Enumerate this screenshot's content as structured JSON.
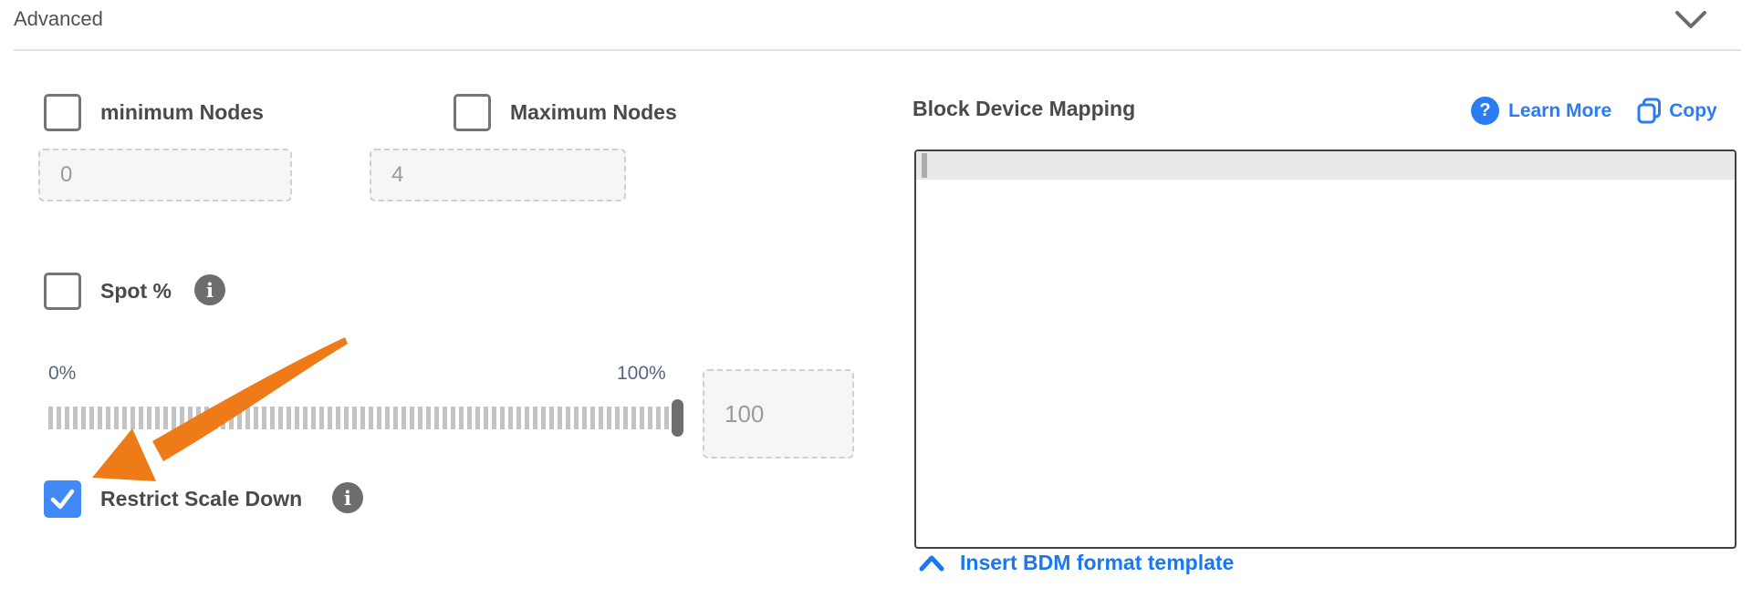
{
  "header": {
    "title": "Advanced",
    "collapse_icon": "chevron-down"
  },
  "colors": {
    "accent_blue": "#2b7bf3",
    "link_blue": "#1b76f2",
    "checkbox_checked_blue": "#4189f4",
    "annotation_orange": "#ee7a18",
    "label_gray": "#4a4a4a",
    "placeholder_gray": "#9b9b9b",
    "slider_label_slate": "#56657f"
  },
  "icons": {
    "info_glyph": "i",
    "help_glyph": "?"
  },
  "form": {
    "min_nodes": {
      "label": "minimum Nodes",
      "checked": false,
      "value": "0"
    },
    "max_nodes": {
      "label": "Maximum Nodes",
      "checked": false,
      "value": "4"
    },
    "spot": {
      "label": "Spot %",
      "checked": false
    },
    "slider": {
      "min_label": "0%",
      "max_label": "100%",
      "value": "100",
      "percent": 100
    },
    "restrict_scale_down": {
      "label": "Restrict Scale Down",
      "checked": true
    }
  },
  "bdm": {
    "title": "Block Device Mapping",
    "learn_more_label": "Learn More",
    "copy_label": "Copy",
    "editor_content": "",
    "insert_template_label": "Insert BDM format template"
  }
}
